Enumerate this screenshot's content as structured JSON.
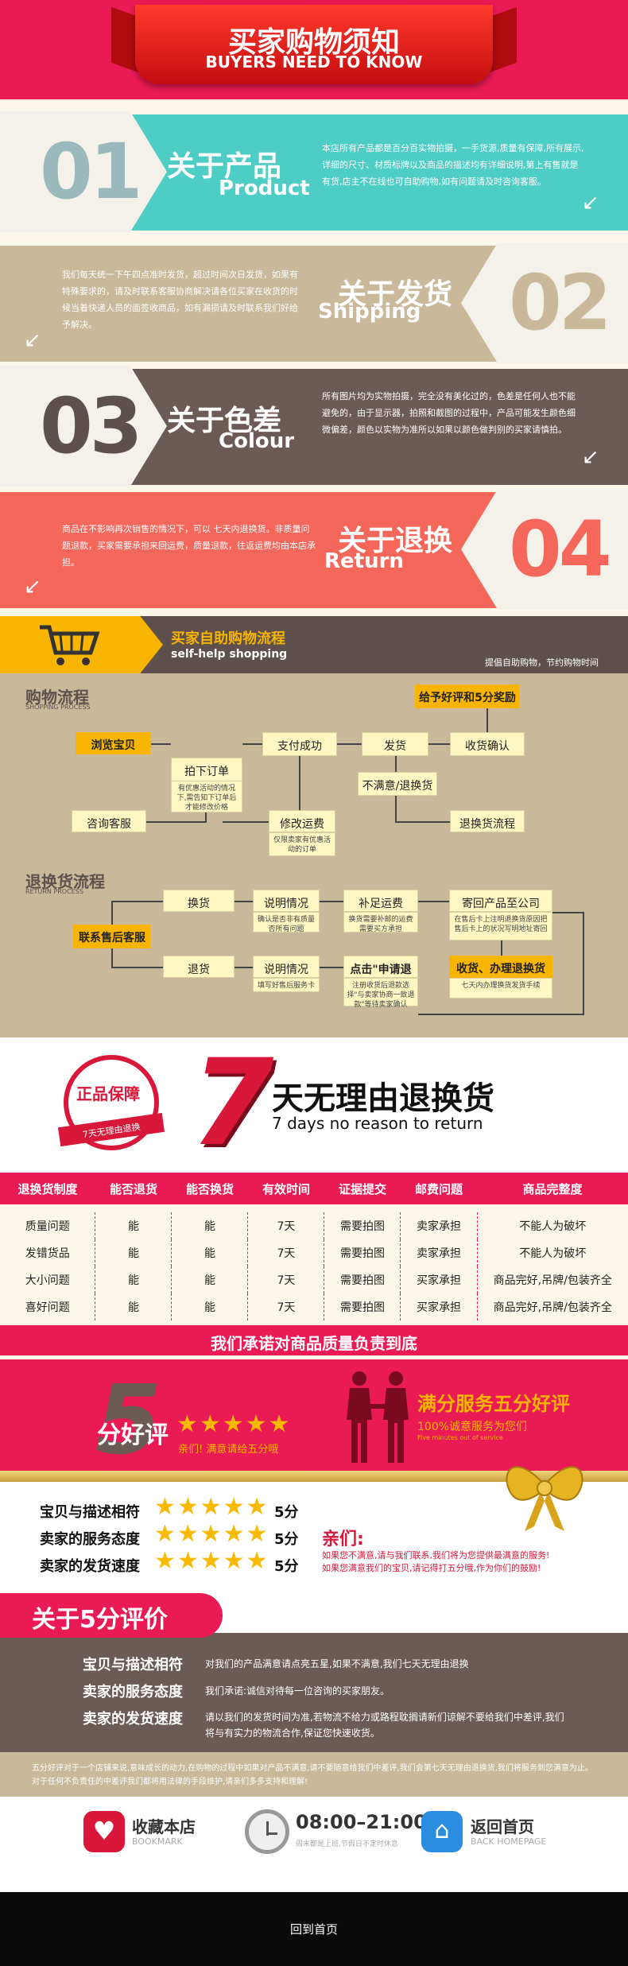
{
  "header": {
    "title_zh": "买家购物须知",
    "title_en": "BUYERS NEED TO KNOW"
  },
  "sections": [
    {
      "num": "01",
      "zh": "关于产品",
      "en": "Product",
      "text": "本店所有产品都是百分百实物拍摄，一手货源,质量有保障,所有展示,详细的尺寸、材质标牌以及商品的描述均有详细说明,第上有售就是有货,店主不在线也可自助购物,如有问题请及时咨询客服。"
    },
    {
      "num": "02",
      "zh": "关于发货",
      "en": "Shipping",
      "text": "我们每天统一下午四点准时发货，超过时间次日发货，如果有特殊要求的，请及时联系客服协商解决请各位买家在收货的时候当着快递人员的面签收商品，如有漏损请及时联系我们好给予解决。"
    },
    {
      "num": "03",
      "zh": "关于色差",
      "en": "Colour",
      "text": "所有图片均为实物拍摄，完全没有美化过的，色差是任何人也不能避免的，由于显示器，拍照和截图的过程中，产品可能发生颜色细微偏差，颜色以实物为准所以如果以颜色做判别的买家请慎拍。"
    },
    {
      "num": "04",
      "zh": "关于退换",
      "en": "Return",
      "text": "商品在不影响再次销售的情况下，可以 七天内退换货。非质量问题退款，买家需要承担来回运费，质量退款，往返运费均由本店承担。"
    }
  ],
  "selfhelp": {
    "title_zh": "买家自助购物流程",
    "title_en": "self-help shopping",
    "slogan": "提倡自助购物，节约购物时间"
  },
  "shopping_process": {
    "title_zh": "购物流程",
    "title_en": "SHOPPING PROCESS",
    "browse": "浏览宝贝",
    "order": "拍下订单",
    "order_note": "有优惠活动的情况下,需告知下订单后才能修改价格",
    "pay": "支付成功",
    "ship": "发货",
    "confirm": "收货确认",
    "reward": "给予好评和5分奖励",
    "consult": "咨询客服",
    "modify": "修改运费",
    "modify_note": "仅限卖家有优惠活动的订单",
    "unhappy": "不满意/退换货",
    "return_flow": "退换货流程"
  },
  "return_process": {
    "title_zh": "退换货流程",
    "title_en": "RETURN PROCESS",
    "contact": "联系售后客服",
    "exchange": "换货",
    "refund": "退货",
    "explain1": "说明情况",
    "explain1_note": "确认是否非有质量否所有问题",
    "explain2": "说明情况",
    "explain2_note": "填写好售后服务卡",
    "postage": "补足运费",
    "postage_note": "换货需要补邮的运费需要买方承担",
    "apply": "点击\"申请退款\"",
    "apply_note": "注册收货后退款选择\"与卖家协商一致退款\"等待卖家确认",
    "send": "寄回产品至公司",
    "send_note": "在售后卡上注明退换货原因把售后卡上的状况写明地址寄回",
    "finish": "收货、办理退换货",
    "finish_note": "七天内办理换货发货手续"
  },
  "guarantee": {
    "badge": "正品保障",
    "badge_sub": "7天无理由退换",
    "seven": "7",
    "title_zh": "天无理由退换货",
    "title_en": "7 days no reason to return"
  },
  "table": {
    "headers": [
      "退换货制度",
      "能否退货",
      "能否换货",
      "有效时间",
      "证据提交",
      "邮费问题",
      "商品完整度"
    ],
    "rows": [
      [
        "质量问题",
        "能",
        "能",
        "7天",
        "需要拍图",
        "卖家承担",
        "不能人为破坏"
      ],
      [
        "发错货品",
        "能",
        "能",
        "7天",
        "需要拍图",
        "卖家承担",
        "不能人为破坏"
      ],
      [
        "大小问题",
        "能",
        "能",
        "7天",
        "需要拍图",
        "买家承担",
        "商品完好,吊牌/包装齐全"
      ],
      [
        "喜好问题",
        "能",
        "能",
        "7天",
        "需要拍图",
        "买家承担",
        "商品完好,吊牌/包装齐全"
      ]
    ],
    "footer": "我们承诺对商品质量负责到底"
  },
  "fivestar": {
    "five": "5",
    "fen": "分好评",
    "sub": "亲们! 满意请给五分哦",
    "right_title": "满分服务五分好评",
    "right_sub": "100%诚意服务为您们",
    "right_en": "Five minutes out of service"
  },
  "ratings": {
    "items": [
      {
        "label": "宝贝与描述相符",
        "score": "5分"
      },
      {
        "label": "卖家的服务态度",
        "score": "5分"
      },
      {
        "label": "卖家的发货速度",
        "score": "5分"
      }
    ],
    "dear": "亲们:",
    "dear_text1": "如果您不满意,请与我们联系,我们将为您提供最满意的服务!",
    "dear_text2": "如果您满意我们的宝贝,请记得打五分哦,作为你们的鼓励!"
  },
  "about5": {
    "title": "关于5分评价",
    "items": [
      {
        "label": "宝贝与描述相符",
        "text": "对我们的产品满意请点亮五星,如果不满意,我们七天无理由退换"
      },
      {
        "label": "卖家的服务态度",
        "text": "我们承诺:诚信对待每一位咨询的买家朋友。"
      },
      {
        "label": "卖家的发货速度",
        "text": "请以我们的发货时间为准,若物流不给力或路程耽搁请新们谅解不要给我们中差评,我们将与有实力的物流合作,保证您快速收货。"
      }
    ],
    "note": "五分好评对于一个店铺来说,意味成长的动力,在购物的过程中如果对产品不满意,请不要随意给我们中差评,我们会第七天无理由退换货,我们将服务到您满意为止。对于任何不负责任的中差评我们都将用法律的手段维护,请亲们多多支持和理解!"
  },
  "bottom": {
    "bookmark": "收藏本店",
    "bookmark_en": "BOOKMARK",
    "hours": "08:00–21:00",
    "hours_note": "周末都是上班,节假日不定时休息",
    "home": "返回首页",
    "home_en": "BACK HOMEPAGE",
    "back_link": "回到首页"
  },
  "colors": {
    "pink": "#ea1a55",
    "teal": "#4ecdc4",
    "brown": "#6b5a55",
    "coral": "#f5675a",
    "tan": "#c9b89a",
    "gold": "#f7b500"
  }
}
